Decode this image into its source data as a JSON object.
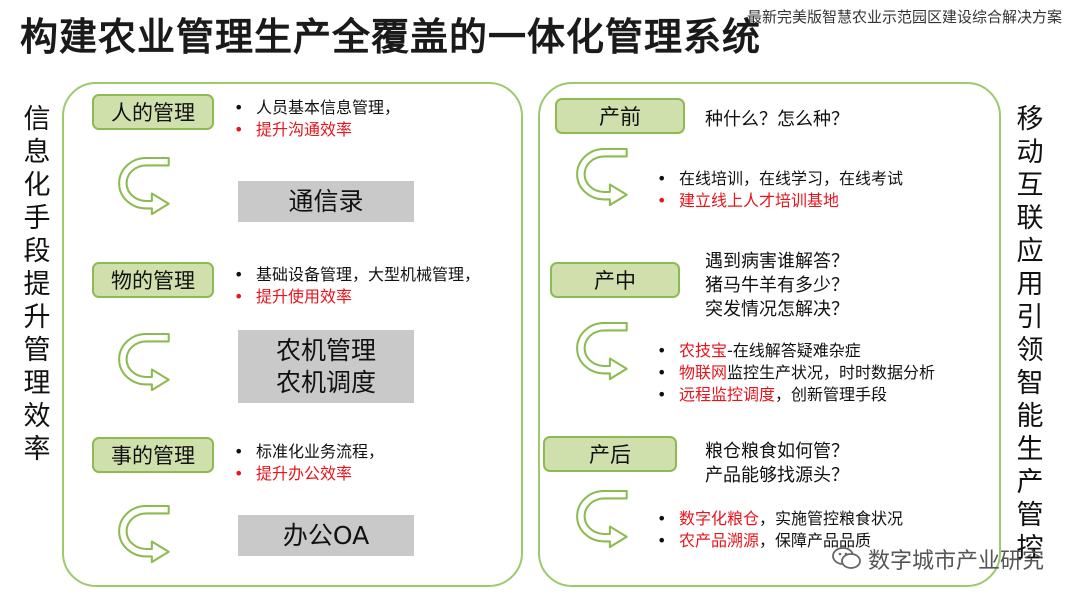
{
  "header": {
    "title": "构建农业管理生产全覆盖的一体化管理系统",
    "subtitle": "最新完美版智慧农业示范园区建设综合解决方案"
  },
  "side_left": "信息化手段提升管理效率",
  "side_right": "移动互联应用引领智能生产管控",
  "left": {
    "people": {
      "tag": "人的管理",
      "b1": "人员基本信息管理，",
      "b2": "提升沟通效率",
      "box": "通信录"
    },
    "things": {
      "tag": "物的管理",
      "b1": "基础设备管理，大型机械管理，",
      "b2": "提升使用效率",
      "box1": "农机管理",
      "box2": "农机调度"
    },
    "affairs": {
      "tag": "事的管理",
      "b1": "标准化业务流程，",
      "b2": "提升办公效率",
      "box": "办公OA"
    }
  },
  "right": {
    "pre": {
      "tag": "产前",
      "q1": "种什么？怎么种？",
      "b1": "在线培训，在线学习，在线考试",
      "b2": "建立线上人才培训基地"
    },
    "mid": {
      "tag": "产中",
      "q1": "遇到病害谁解答？",
      "q2": "猪马牛羊有多少？",
      "q3": "突发情况怎解决？",
      "b1_red": "农技宝",
      "b1_rest": "-在线解答疑难杂症",
      "b2_red": "物联网",
      "b2_rest": "监控生产状况，时时数据分析",
      "b3_red": "远程监控调度",
      "b3_rest": "，创新管理手段"
    },
    "post": {
      "tag": "产后",
      "q1": "粮仓粮食如何管？",
      "q2": "产品能够找源头？",
      "b1_red": "数字化粮仓",
      "b1_rest": "，实施管控粮食状况",
      "b2_red": "农产品溯源",
      "b2_rest": "，保障产品品质"
    }
  },
  "watermark": "数字城市产业研究",
  "colors": {
    "accent_green": "#9ec86e",
    "tag_fill": "#cfe0ad",
    "highlight_red": "#e8141c",
    "box_gray": "#c9c9c9"
  },
  "icons": [
    "u-turn-arrow-icon",
    "wechat-icon"
  ]
}
